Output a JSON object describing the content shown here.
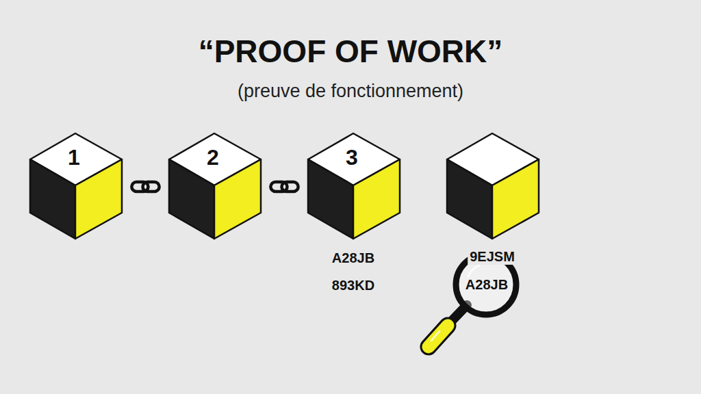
{
  "diagram": {
    "title": "“PROOF OF WORK”",
    "nodes": [
      {
        "text": [
          "1"
        ]
      },
      {
        "text": [
          "2"
        ]
      },
      {
        "text": [
          "3",
          "A28JB",
          "893KD"
        ]
      },
      {
        "text": [
          "9EJSM",
          "A28JB"
        ]
      }
    ],
    "edges": [
      {
        "from": 0,
        "to": 1,
        "arrow": "none"
      },
      {
        "from": 1,
        "to": 2,
        "arrow": "none"
      }
    ],
    "labels": [
      "(preuve de fonctionnement)"
    ]
  }
}
